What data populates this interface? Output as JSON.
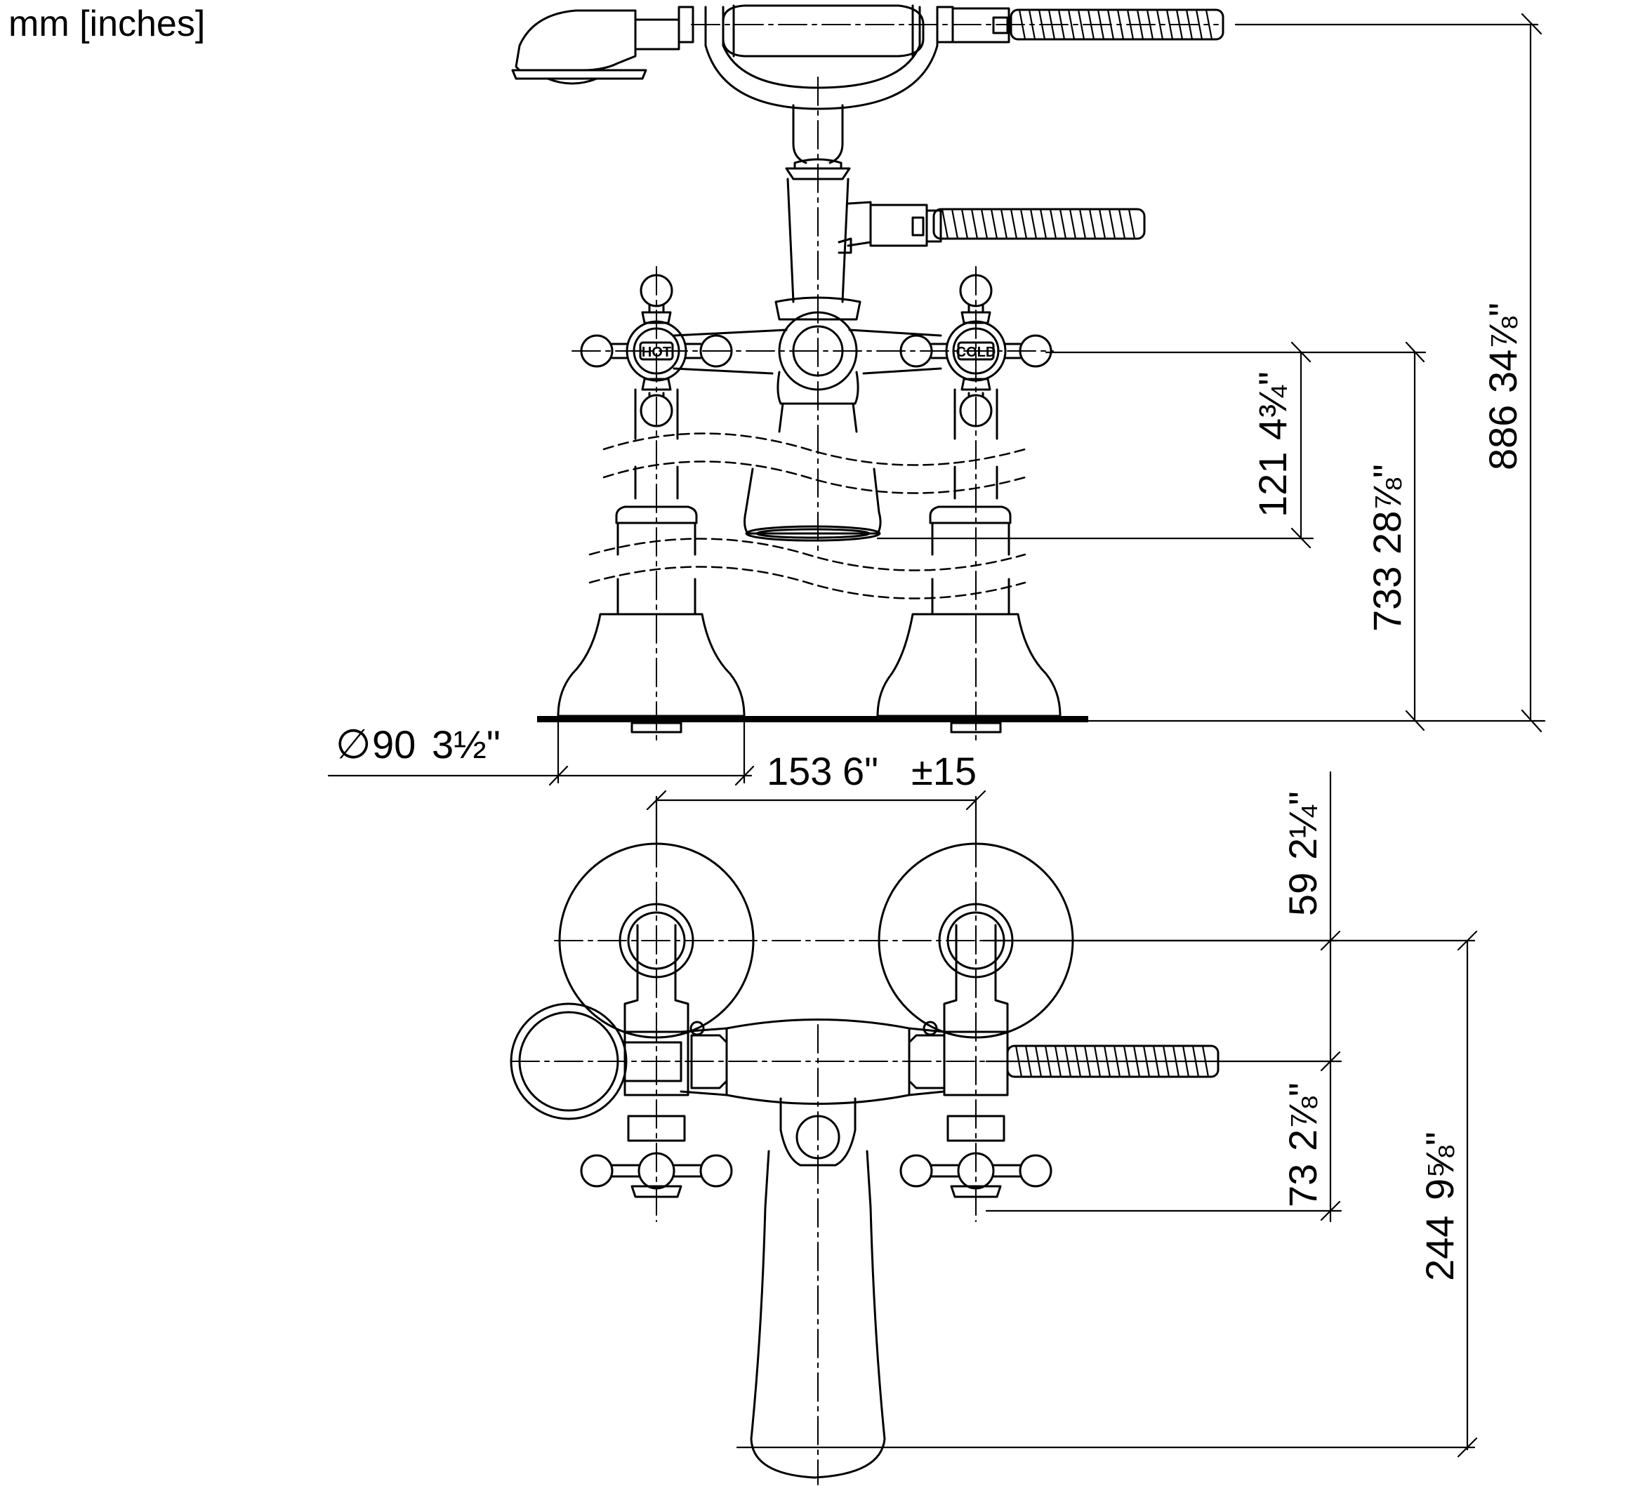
{
  "units_label": "mm [inches]",
  "dimensions": {
    "total_height": {
      "mm": "886",
      "inch": "34⅞\""
    },
    "spout_height": {
      "mm": "733",
      "inch": "28⅞\""
    },
    "handle_offset": {
      "mm": "121",
      "inch": "4¾\""
    },
    "flange_diameter": {
      "symbol": "∅",
      "mm": "90",
      "inch": "3½\""
    },
    "centers": {
      "mm": "153",
      "inch": "6\"",
      "tolerance": "±15"
    },
    "depth_back": {
      "mm": "59",
      "inch": "2¼\""
    },
    "depth_front": {
      "mm": "73",
      "inch": "2⅞\""
    },
    "spout_reach": {
      "mm": "244",
      "inch": "9⅝\""
    }
  },
  "valve_labels": {
    "hot": "HOT",
    "cold": "COLD"
  },
  "colors": {
    "line": "#000000",
    "background": "#ffffff"
  }
}
